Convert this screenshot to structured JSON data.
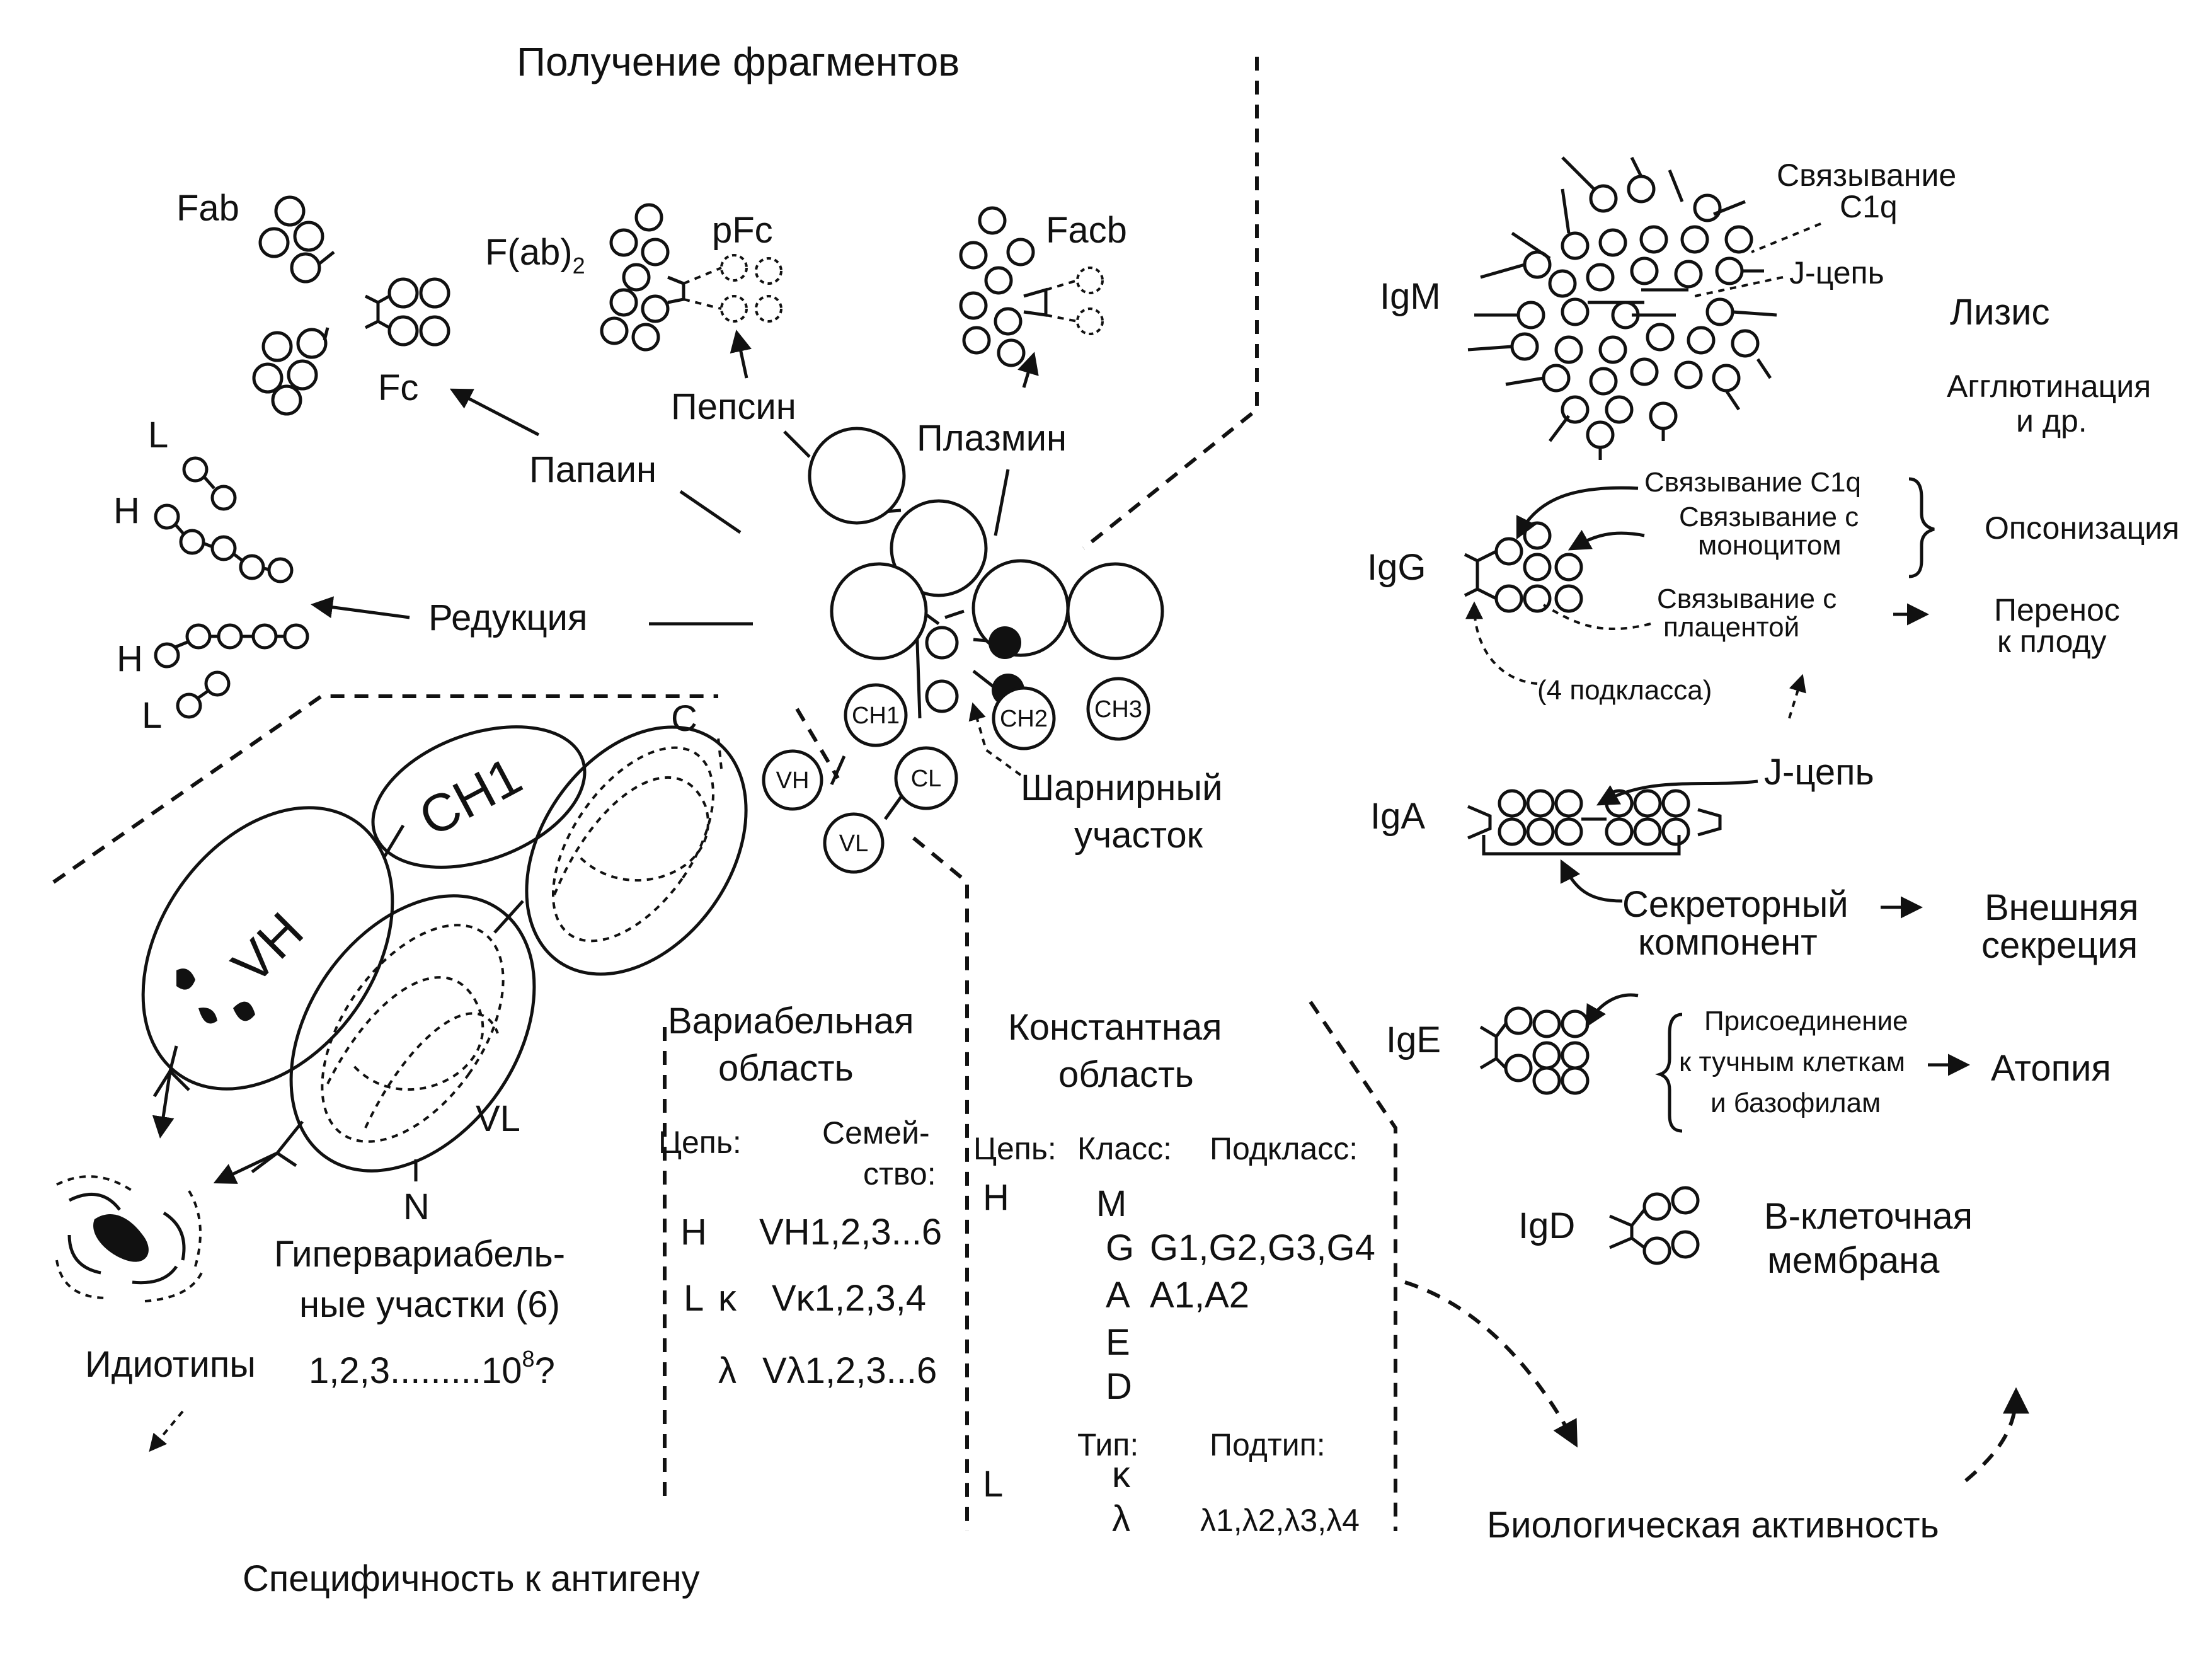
{
  "colors": {
    "ink": "#111111",
    "background": "#ffffff"
  },
  "header": {
    "title": "Получение фрагментов"
  },
  "fragments": {
    "fab": "Fab",
    "fc": "Fc",
    "fab2_main": "F(ab)",
    "fab2_sub": "2",
    "pfc": "pFc",
    "facb": "Facb",
    "pepsin": "Пепсин",
    "plasmin": "Плазмин",
    "papain": "Папаин",
    "reduction": "Редукция",
    "chain_l": "L",
    "chain_h": "H"
  },
  "central_molecule": {
    "domains": {
      "ch1": "CH1",
      "ch2": "CH2",
      "ch3": "CH3",
      "vh": "VH",
      "cl": "CL",
      "vl": "VL"
    },
    "hinge_label": [
      "Шарнирный",
      "участок"
    ]
  },
  "variable_region": {
    "ch1": "CH1",
    "vh": "VH",
    "vl": "VL",
    "c_end": "C",
    "n_end": "N",
    "hypervariable": [
      "Гипервариабель-",
      "ные участки (6)"
    ],
    "idiotypes_label": "Идиотипы",
    "idiotypes_count": "1,2,3.........10",
    "idiotypes_exp": "8",
    "idiotypes_q": "?",
    "specificity": "Специфичность к антигену"
  },
  "variable_table": {
    "title": [
      "Вариабельная",
      "область"
    ],
    "chain_header": "Цепь:",
    "family_header": [
      "Семей-",
      "ство:"
    ],
    "rows": [
      {
        "chain": "H",
        "sub": "",
        "family": "VH1,2,3...6"
      },
      {
        "chain": "L",
        "sub": "κ",
        "family": "Vκ1,2,3,4"
      },
      {
        "chain": "",
        "sub": "λ",
        "family": "Vλ1,2,3...6"
      }
    ]
  },
  "constant_table": {
    "title": [
      "Константная",
      "область"
    ],
    "chain_header": "Цепь:",
    "class_header": "Класс:",
    "subclass_header": "Подкласс:",
    "h_chain": "H",
    "classes": [
      {
        "class": "M",
        "subclass": ""
      },
      {
        "class": "G",
        "subclass": "G1,G2,G3,G4"
      },
      {
        "class": "A",
        "subclass": "A1,A2"
      },
      {
        "class": "E",
        "subclass": ""
      },
      {
        "class": "D",
        "subclass": ""
      }
    ],
    "type_header": "Тип:",
    "subtype_header": "Подтип:",
    "l_chain": "L",
    "types": [
      {
        "type": "κ",
        "subtype": ""
      },
      {
        "type": "λ",
        "subtype": "λ1,λ2,λ3,λ4"
      }
    ]
  },
  "biological": {
    "igm": {
      "label": "IgM",
      "c1q": [
        "Связывание",
        "C1q"
      ],
      "jchain": "J-цепь",
      "lysis": "Лизис",
      "agglutination": [
        "Агглютинация",
        "и др."
      ]
    },
    "igg": {
      "label": "IgG",
      "c1q": "Связывание C1q",
      "monocyte": [
        "Связывание с",
        "моноцитом"
      ],
      "opsonization": "Опсонизация",
      "placenta": [
        "Связывание с",
        "плацентой"
      ],
      "transfer": [
        "Перенос",
        "к плоду"
      ],
      "subclasses": "(4 подкласса)"
    },
    "iga": {
      "label": "IgA",
      "jchain": "J-цепь",
      "secretory": [
        "Секреторный",
        "компонент"
      ],
      "external": [
        "Внешняя",
        "секреция"
      ]
    },
    "ige": {
      "label": "IgE",
      "attach": [
        "Присоединение",
        "к тучным клеткам",
        "и базофилам"
      ],
      "atopy": "Атопия"
    },
    "igd": {
      "label": "IgD",
      "membrane": [
        "В-клеточная",
        "мембрана"
      ]
    },
    "activity": "Биологическая активность"
  }
}
